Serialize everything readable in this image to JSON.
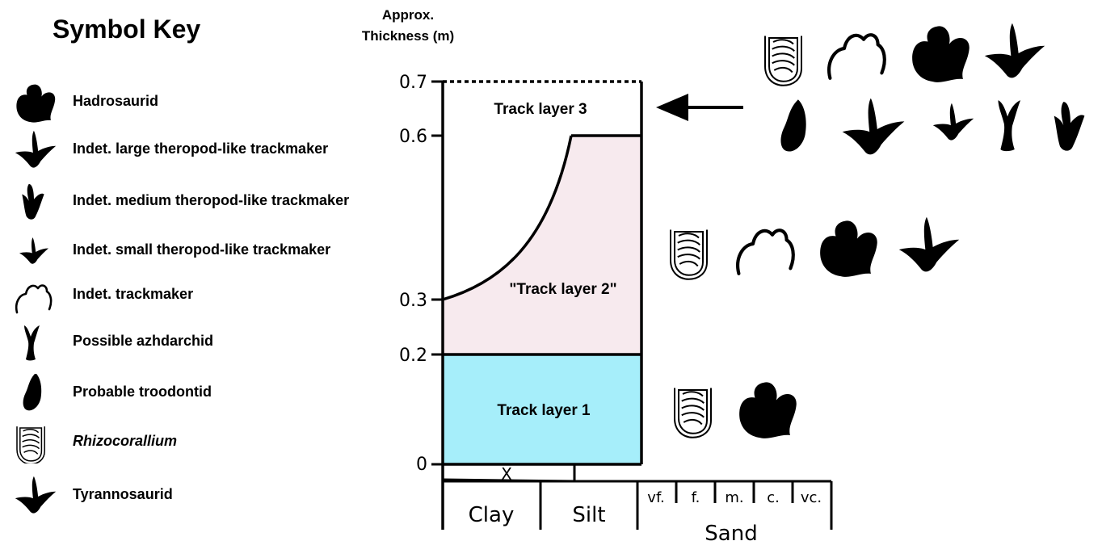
{
  "key": {
    "title": "Symbol Key",
    "items": [
      {
        "icon": "hadrosaurid-track-icon",
        "label": "Hadrosaurid",
        "italic": false
      },
      {
        "icon": "large-theropod-track-icon",
        "label": "Indet. large theropod-like trackmaker",
        "italic": false
      },
      {
        "icon": "medium-theropod-track-icon",
        "label": "Indet. medium theropod-like trackmaker",
        "italic": false
      },
      {
        "icon": "small-theropod-track-icon",
        "label": "Indet. small theropod-like trackmaker",
        "italic": false
      },
      {
        "icon": "indet-trackmaker-icon",
        "label": "Indet. trackmaker",
        "italic": false
      },
      {
        "icon": "azhdarchid-track-icon",
        "label": "Possible azhdarchid",
        "italic": false
      },
      {
        "icon": "troodontid-track-icon",
        "label": "Probable troodontid",
        "italic": false
      },
      {
        "icon": "rhizocorallium-icon",
        "label": "Rhizocorallium",
        "italic": true
      },
      {
        "icon": "tyrannosaurid-track-icon",
        "label": "Tyrannosaurid",
        "italic": false
      }
    ]
  },
  "column": {
    "thickness_title": "Approx. Thickness (m)",
    "ticks": [
      "0.7",
      "0.6",
      "0.3",
      "0.2",
      "0"
    ],
    "layers": [
      {
        "name": "Track layer 3",
        "from_m": 0.6,
        "to_m": 0.7,
        "color": "#ffffff"
      },
      {
        "name": "\"Track layer 2\"",
        "from_m": 0.2,
        "to_m": 0.6,
        "color": "#f7eaee"
      },
      {
        "name": "Track layer 1",
        "from_m": 0.0,
        "to_m": 0.2,
        "color": "#a6eefa"
      }
    ],
    "grain_sizes": {
      "clay": "Clay",
      "silt": "Silt",
      "sand": "Sand",
      "sand_subdivisions": [
        "vf.",
        "f.",
        "m.",
        "c.",
        "vc."
      ]
    },
    "base_marker": "X"
  },
  "colors": {
    "layer1": "#a6eefa",
    "layer2": "#f7eaee",
    "ink": "#000000"
  }
}
